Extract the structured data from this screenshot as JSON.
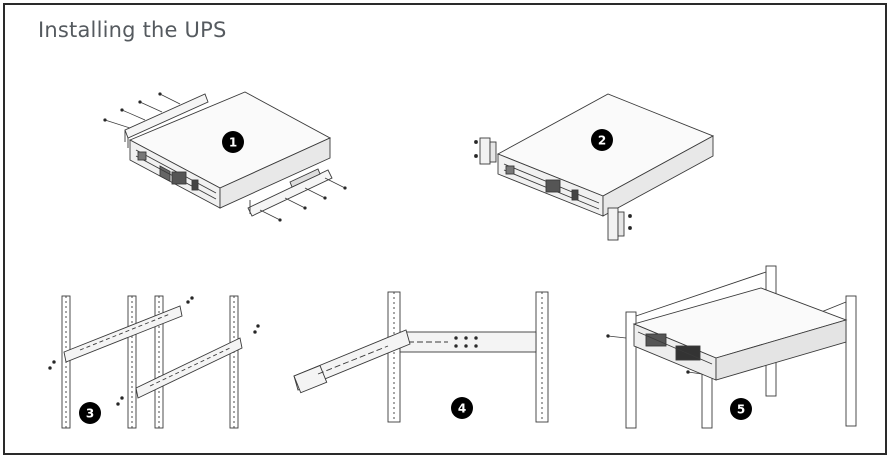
{
  "page": {
    "title": "Installing the UPS",
    "accent_color": "#000000",
    "line_color": "#3a3a3a"
  },
  "steps": [
    {
      "number": "1"
    },
    {
      "number": "2"
    },
    {
      "number": "3"
    },
    {
      "number": "4"
    },
    {
      "number": "5"
    }
  ]
}
